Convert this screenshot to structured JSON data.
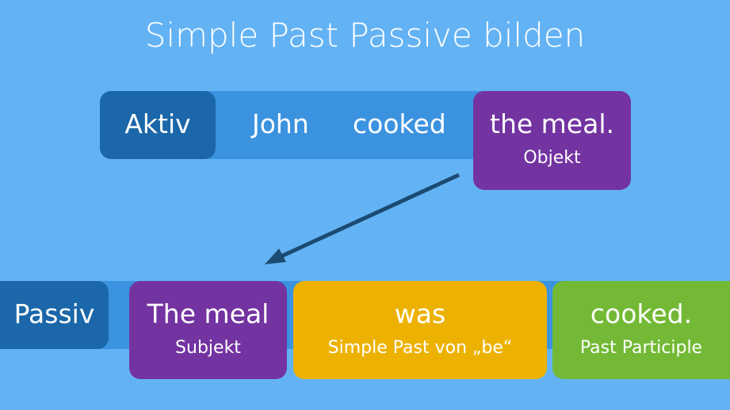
{
  "title": "Simple Past Passive bilden",
  "aktiv": {
    "label": "Aktiv",
    "words": [
      "John",
      "cooked"
    ],
    "object": "the meal.",
    "object_role": "Objekt"
  },
  "passiv": {
    "label": "Passiv",
    "subject": "The meal",
    "subject_role": "Subjekt",
    "aux": "was",
    "aux_role": "Simple Past von „be“",
    "participle": "cooked.",
    "participle_role": "Past Participle"
  },
  "colors": {
    "background": "#63b3f4",
    "bar": "#3b93e0",
    "label": "#1b67a9",
    "purple": "#7333a1",
    "yellow": "#edb201",
    "green": "#73b935",
    "arrow": "#1b4a72"
  }
}
